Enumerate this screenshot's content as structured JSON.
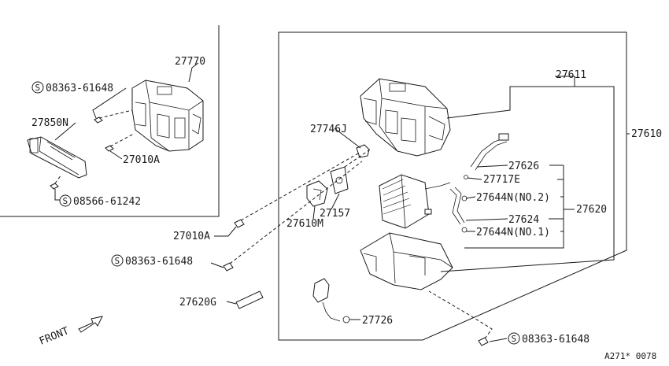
{
  "labels": {
    "p27770": "27770",
    "s08363_top": "08363-61648",
    "p27850N": "27850N",
    "p27010A_inner": "27010A",
    "s08566": "08566-61242",
    "p27611": "27611",
    "p27610": "27610",
    "p27746J": "27746J",
    "p27157": "27157",
    "p27610M": "27610M",
    "p27626": "27626",
    "p27717E": "27717E",
    "p27644N_2": "27644N(NO.2)",
    "p27620": "27620",
    "p27624": "27624",
    "p27644N_1": "27644N(NO.1)",
    "p27010A_outer": "27010A",
    "s08363_mid": "08363-61648",
    "p27620G": "27620G",
    "p27726": "27726",
    "s08363_bottom": "08363-61648",
    "front": "FRONT",
    "drawing_code": "A271* 0078"
  },
  "symbols": {
    "screw_mark": "S"
  }
}
